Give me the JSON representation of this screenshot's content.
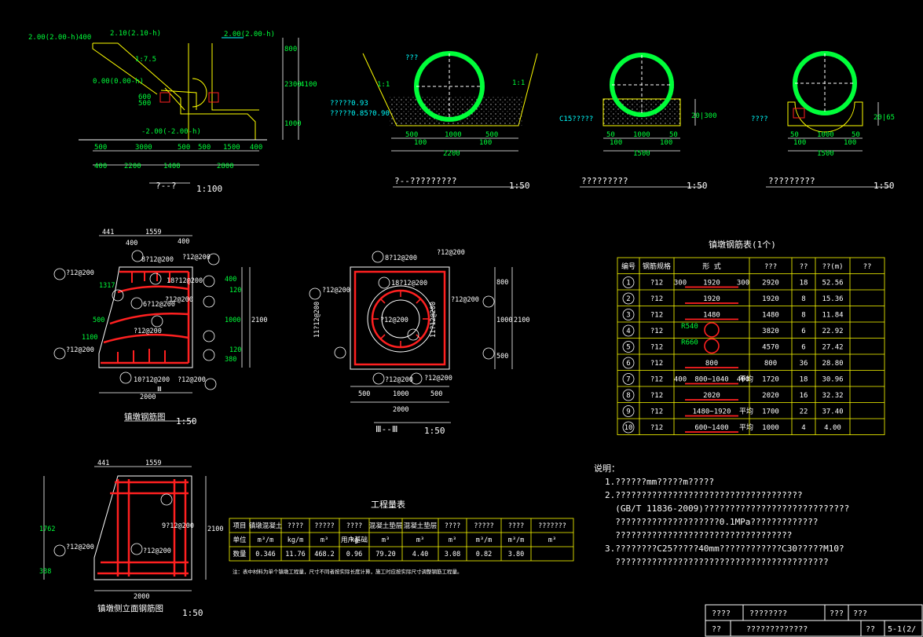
{
  "sections": {
    "s1_title": "?--?",
    "s1_scale": "1:100",
    "s2_title": "?--?????????",
    "s2_scale": "1:50",
    "s3_title": "?????????",
    "s3_scale": "1:50",
    "s4_title": "?????????",
    "s4_scale": "1:50",
    "pier_rebar_title": "镇墩钢筋图",
    "pier_rebar_scale": "1:50",
    "sec3_title": "Ⅲ--Ⅲ",
    "sec3_scale": "1:50",
    "side_rebar_title": "镇墩侧立面钢筋图",
    "side_rebar_scale": "1:50"
  },
  "elev_labels": {
    "e1": "2.00(2.00-h)",
    "e2": "2.10(2.10-h)",
    "e3": "2.00(2.00-h)",
    "e4": "0.00(0.00-h)",
    "e5": "-2.00(-2.00-h)",
    "slope": "1:7.5",
    "d800": "800",
    "d2300": "2300",
    "d1000": "1000",
    "d4100": "4100",
    "d400": "400",
    "b500a": "500",
    "b3000": "3000",
    "b500b": "500",
    "b500c": "500",
    "b1500": "1500",
    "b400": "400",
    "c400": "400",
    "c2200": "2200",
    "c1400": "1400",
    "c2800": "2800",
    "v600": "600",
    "v500": "500"
  },
  "sec2": {
    "label_pipe": "???",
    "ratio_1": "1:1",
    "ratio_2": "1:1",
    "label_a": "?????0.93",
    "label_b": "?????0.85?0.90",
    "d500a": "500",
    "d1000": "1000",
    "d500b": "500",
    "d100a": "100",
    "d100b": "100",
    "d2200": "2200"
  },
  "sec3": {
    "label_c15": "C15?????",
    "h": "20|300",
    "d50a": "50",
    "d1000": "1000",
    "d50b": "50",
    "d100a": "100",
    "d100b": "100",
    "d1500": "1500"
  },
  "sec4": {
    "label": "????",
    "h": "20|65",
    "d50a": "50",
    "d1000": "1000",
    "d50b": "50",
    "d100a": "100",
    "d100b": "100",
    "d1500": "1500"
  },
  "pier": {
    "t441": "441",
    "t1559": "1559",
    "t400a": "400",
    "t400b": "400",
    "t2000": "2000",
    "r2100": "2100",
    "r1000": "1000",
    "r400": "400",
    "r120a": "120",
    "r120b": "120",
    "r380": "380",
    "l500": "500",
    "l1100": "1100",
    "l1317": "1317",
    "reb1": "8?12@200",
    "reb2": "?12@200",
    "reb6a": "?12@200",
    "reb7a": "18?12@200",
    "reb4": "6?12@200",
    "reb6b": "?12@200",
    "reb5": "?12@200",
    "reb6c": "?12@200",
    "reb1b": "10?12@200",
    "reb2b": "?12@200",
    "sec_mark": "Ⅲ"
  },
  "sec3rebar": {
    "reb3": "8?12@200",
    "reb_top": "?12@200",
    "reb7": "18?12@200",
    "reb8": "?12@200",
    "reb4": "?12@200",
    "reb8r": "?12@200",
    "reb9l": "11?12@200",
    "reb9r": "11?12@200",
    "reb2": "?12@200",
    "reb1": "?12@200",
    "d500a": "500",
    "d1000": "1000",
    "d500b": "500",
    "d2000": "2000",
    "r800": "800",
    "r1000": "1000",
    "r500": "500",
    "r2100": "2100"
  },
  "side": {
    "t441": "441",
    "t1559": "1559",
    "d2000": "2000",
    "r2100": "2100",
    "l1762": "1762",
    "l338": "338",
    "reb10": "?12@200",
    "reb8": "?12@200",
    "reb9": "9?12@200"
  },
  "rebar_table": {
    "title": "镇墩钢筋表(1个)",
    "headers": [
      "编号",
      "钢筋规格",
      "形 式",
      "???",
      "??",
      "??(m)",
      "??"
    ],
    "rows": [
      {
        "no": "1",
        "spec": "?12",
        "shape": "1920",
        "shape_l": "300",
        "shape_r": "300",
        "len": "2920",
        "cnt": "18",
        "total": "52.56"
      },
      {
        "no": "2",
        "spec": "?12",
        "shape": "1920",
        "shape_l": "",
        "shape_r": "",
        "len": "1920",
        "cnt": "8",
        "total": "15.36"
      },
      {
        "no": "3",
        "spec": "?12",
        "shape": "1480",
        "shape_l": "",
        "shape_r": "",
        "len": "1480",
        "cnt": "8",
        "total": "11.84"
      },
      {
        "no": "4",
        "spec": "?12",
        "shape": "R540",
        "shape_l": "",
        "shape_r": "",
        "len": "3820",
        "cnt": "6",
        "total": "22.92"
      },
      {
        "no": "5",
        "spec": "?12",
        "shape": "R660",
        "shape_l": "",
        "shape_r": "",
        "len": "4570",
        "cnt": "6",
        "total": "27.42"
      },
      {
        "no": "6",
        "spec": "?12",
        "shape": "800",
        "shape_l": "",
        "shape_r": "",
        "len": "800",
        "cnt": "36",
        "total": "28.80"
      },
      {
        "no": "7",
        "spec": "?12",
        "shape": "800~1040",
        "shape_l": "400",
        "shape_r": "400",
        "len": "1720",
        "cnt": "18",
        "total": "30.96",
        "avg": "平均"
      },
      {
        "no": "8",
        "spec": "?12",
        "shape": "2020",
        "shape_l": "",
        "shape_r": "",
        "len": "2020",
        "cnt": "16",
        "total": "32.32"
      },
      {
        "no": "9",
        "spec": "?12",
        "shape": "1480~1920",
        "shape_l": "",
        "shape_r": "",
        "len": "1700",
        "cnt": "22",
        "total": "37.40",
        "avg": "平均"
      },
      {
        "no": "10",
        "spec": "?12",
        "shape": "600~1400",
        "shape_l": "",
        "shape_r": "",
        "len": "1000",
        "cnt": "4",
        "total": "4.00",
        "avg": "平均"
      }
    ]
  },
  "qty_table": {
    "title": "工程量表",
    "headers": [
      "项目",
      "镇墩混凝土",
      "????",
      "?????",
      "????",
      "混凝土垫层",
      "混凝土垫层",
      "????",
      "?????",
      "????",
      "???????"
    ],
    "units": [
      "单位",
      "m³/m",
      "kg/m",
      "m³",
      "kg",
      "m³",
      "m³",
      "m³",
      "m³/m",
      "m³/m",
      "m³"
    ],
    "values": [
      "数量",
      "0.346",
      "11.76",
      "468.2",
      "0.96",
      "79.20",
      "4.40",
      "3.08",
      "0.82",
      "3.80"
    ],
    "extra": "用户基础",
    "note": "注：表中材料为单个镇墩工程量，尺寸不同者按实际长度计算，施工时应按实际尺寸调整钢筋工程量。"
  },
  "notes": {
    "title": "说明：",
    "lines": [
      "1.??????mm?????m?????",
      "2.????????????????????????????????????",
      "  (GB/T 11836-2009)????????????????????????????",
      "  ????????????????????0.1MPa?????????????",
      "  ??????????????????????????????????",
      "3.????????C25?????40mm????????????C30?????M10?",
      "  ?????????????????????????????????????????"
    ]
  },
  "titleblock": {
    "r1c1": "????",
    "r1c2": "????????",
    "r1c3": "???",
    "r1c4": "???",
    "r2c1": "??",
    "r2c2": "?????????????",
    "r2c3": "??",
    "r2c4": "5-1(2/"
  }
}
